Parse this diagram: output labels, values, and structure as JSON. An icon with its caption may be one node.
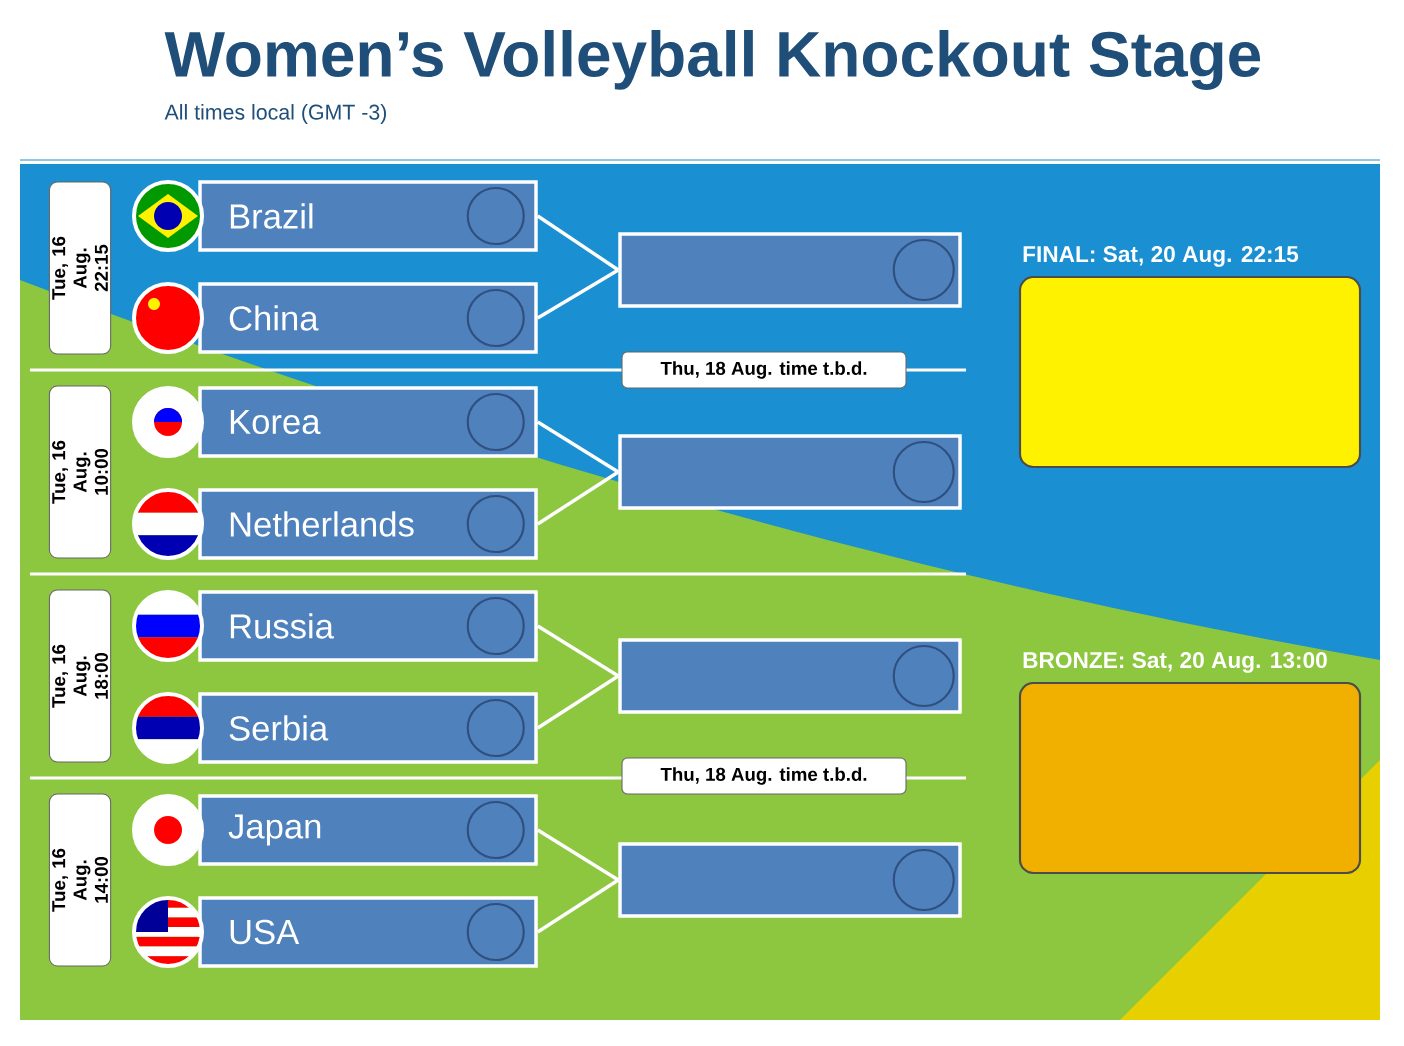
{
  "diagram": {
    "title": "Women’s Volleyball Knockout Stage",
    "nodes": [
      {
        "text": [
          "Brazil"
        ]
      },
      {
        "text": [
          "China"
        ]
      },
      {
        "text": [
          "Korea"
        ]
      },
      {
        "text": [
          "Netherlands"
        ]
      },
      {
        "text": [
          "Russia"
        ]
      },
      {
        "text": [
          "Serbia"
        ]
      },
      {
        "text": [
          "Japan"
        ]
      },
      {
        "text": [
          "USA"
        ]
      },
      {
        "text": [],
        "shape": "box"
      },
      {
        "text": [],
        "shape": "box"
      },
      {
        "text": [],
        "shape": "box"
      },
      {
        "text": [],
        "shape": "box"
      },
      {
        "text": [
          "FINAL: Sat, 20 Aug. 22:15"
        ]
      },
      {
        "text": [
          "BRONZE: Sat, 20 Aug. 13:00"
        ]
      },
      {
        "text": [
          "Tue, 16 Aug. 22:15"
        ]
      },
      {
        "text": [
          "Tue, 16 Aug. 10:00"
        ]
      },
      {
        "text": [
          "Tue, 16 Aug. 18:00"
        ]
      },
      {
        "text": [
          "Tue, 16 Aug. 14:00"
        ]
      },
      {
        "text": [
          "Thu, 18 Aug. time t.b.d."
        ]
      },
      {
        "text": [
          "Thu, 18 Aug. time t.b.d."
        ]
      }
    ],
    "edges": [
      {
        "from": 0,
        "to": 8,
        "arrow": "none"
      },
      {
        "from": 1,
        "to": 8,
        "arrow": "none"
      },
      {
        "from": 2,
        "to": 9,
        "arrow": "none"
      },
      {
        "from": 3,
        "to": 9,
        "arrow": "none"
      },
      {
        "from": 4,
        "to": 10,
        "arrow": "none"
      },
      {
        "from": 5,
        "to": 10,
        "arrow": "none"
      },
      {
        "from": 6,
        "to": 11,
        "arrow": "none"
      },
      {
        "from": 7,
        "to": 11,
        "arrow": "none"
      }
    ],
    "labels": [
      "All times local (GMT -3)"
    ]
  }
}
